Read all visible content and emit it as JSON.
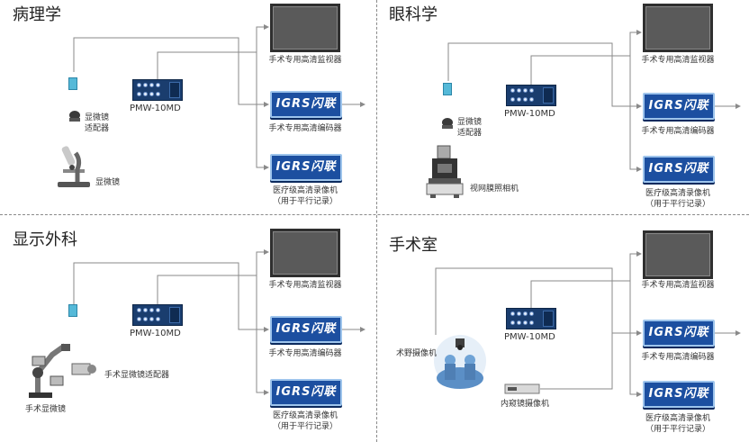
{
  "panels": [
    {
      "title": "病理学",
      "pmw_label": "PMW-10MD",
      "monitor_label": "手术专用高清监视器",
      "encoder_label": "手术专用高清编码器",
      "recorder_label_1": "医疗级高清录像机",
      "recorder_label_2": "（用于平行记录）",
      "device_1_label": "显微镜",
      "device_1_label_2": "适配器",
      "device_2_label": "显微镜"
    },
    {
      "title": "眼科学",
      "pmw_label": "PMW-10MD",
      "monitor_label": "手术专用高清监视器",
      "encoder_label": "手术专用高清编码器",
      "recorder_label_1": "医疗级高清录像机",
      "recorder_label_2": "（用于平行记录）",
      "device_1_label": "显微镜",
      "device_1_label_2": "适配器",
      "device_2_label": "视网膜照相机"
    },
    {
      "title": "显示外科",
      "pmw_label": "PMW-10MD",
      "monitor_label": "手术专用高清监视器",
      "encoder_label": "手术专用高清编码器",
      "recorder_label_1": "医疗级高清录像机",
      "recorder_label_2": "（用于平行记录）",
      "device_1_label": "手术显微镜适配器",
      "device_2_label": "手术显微镜"
    },
    {
      "title": "手术室",
      "pmw_label": "PMW-10MD",
      "monitor_label": "手术专用高清监视器",
      "encoder_label": "手术专用高清编码器",
      "recorder_label_1": "医疗级高清录像机",
      "recorder_label_2": "（用于平行记录）",
      "device_1_label": "术野摄像机",
      "device_2_label": "内窥镜摄像机"
    }
  ],
  "encoder_logo": "IGRS闪联",
  "colors": {
    "wire": "#8a8a8a",
    "encoder_blue": "#1c4fa0",
    "encoder_border": "#9dc4ec",
    "monitor_screen": "#5a5a5a",
    "camera_cyan": "#55b9d8",
    "pmw_navy": "#1a3d6e"
  }
}
